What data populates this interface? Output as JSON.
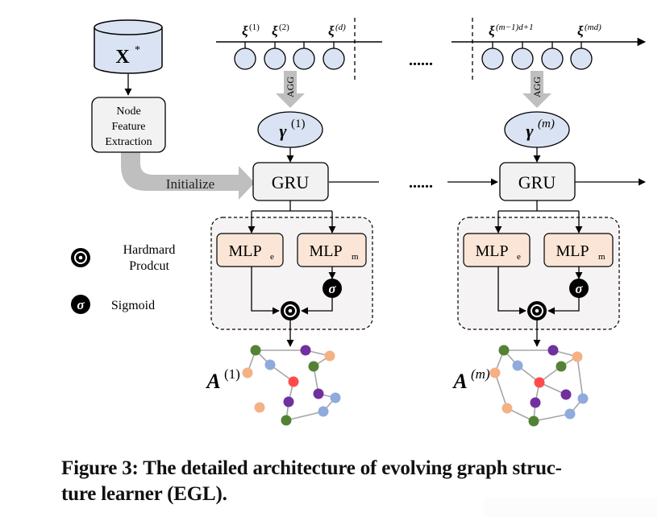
{
  "figure": {
    "input_node": {
      "label": "X",
      "superscript": "*"
    },
    "feature_extractor": {
      "lines": [
        "Node",
        "Feature",
        "Extraction"
      ]
    },
    "initialize_label": "Initialize",
    "ellipsis": "......",
    "timeline": {
      "segment_1_labels": [
        {
          "base": "ξ",
          "sup": "(1)"
        },
        {
          "base": "ξ",
          "sup": "(2)"
        },
        {
          "base": "ξ",
          "sup": "(d)"
        }
      ],
      "segment_m_labels": [
        {
          "base": "ξ",
          "sup": "(m−1)d+1"
        },
        {
          "base": "ξ",
          "sup": "(md)"
        }
      ]
    },
    "blocks": [
      {
        "agg_label": "AGG",
        "gamma": {
          "base": "γ",
          "sup": "(1)"
        },
        "gru_label": "GRU",
        "mlp_e": {
          "base": "MLP",
          "sub": "e"
        },
        "mlp_m": {
          "base": "MLP",
          "sub": "m"
        },
        "sigmoid_symbol": "σ",
        "adjacency": {
          "base": "A",
          "sup": "(1)"
        }
      },
      {
        "agg_label": "AGG",
        "gamma": {
          "base": "γ",
          "sup": "(m)"
        },
        "gru_label": "GRU",
        "mlp_e": {
          "base": "MLP",
          "sub": "e"
        },
        "mlp_m": {
          "base": "MLP",
          "sub": "m"
        },
        "sigmoid_symbol": "σ",
        "adjacency": {
          "base": "A",
          "sup": "(m)"
        }
      }
    ],
    "legend": [
      {
        "icon": "hadamard-product-icon",
        "lines": [
          "Hardmard",
          "Prodcut"
        ]
      },
      {
        "icon": "sigmoid-icon",
        "symbol": "σ",
        "lines": [
          "Sigmoid"
        ]
      }
    ],
    "colors": {
      "node_fill": "#dae3f3",
      "box_fill": "#f2f2f2",
      "mlp_fill": "#fbe5d6",
      "gray_arrow": "#bfbfbf",
      "graph_green": "#548235",
      "graph_purple": "#7030a0",
      "graph_orange": "#f4b183",
      "graph_blue": "#8faadc",
      "graph_red": "#ff4b4b",
      "graph_edge": "#a6a6a6"
    }
  },
  "caption": {
    "line1": "Figure 3: The detailed architecture of evolving graph struc-",
    "line2": "ture learner (EGL)."
  }
}
